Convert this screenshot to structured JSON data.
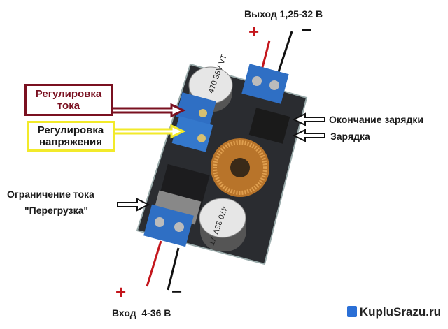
{
  "labels": {
    "output": "Выход 1,25-32 В",
    "output_plus": "+",
    "output_minus": "−",
    "current_adjust": [
      "Регулировка",
      "тока"
    ],
    "voltage_adjust": [
      "Регулировка",
      "напряжения"
    ],
    "charge_complete": "Окончание зарядки",
    "charging": "Зарядка",
    "current_limit": "Ограничение тока",
    "overload": "\"Перегрузка\"",
    "input": "Вход  4-36 В",
    "input_plus": "+",
    "input_minus": "−"
  },
  "capacitor_marking": [
    "470",
    "35V",
    "VT"
  ],
  "watermark": "KupluSrazu.ru",
  "colors": {
    "current_box": "#7a1020",
    "voltage_box": "#f2ea2a",
    "pcb": "#2a2c30",
    "terminal": "#2f6fc4",
    "wire_red": "#c4161c"
  }
}
